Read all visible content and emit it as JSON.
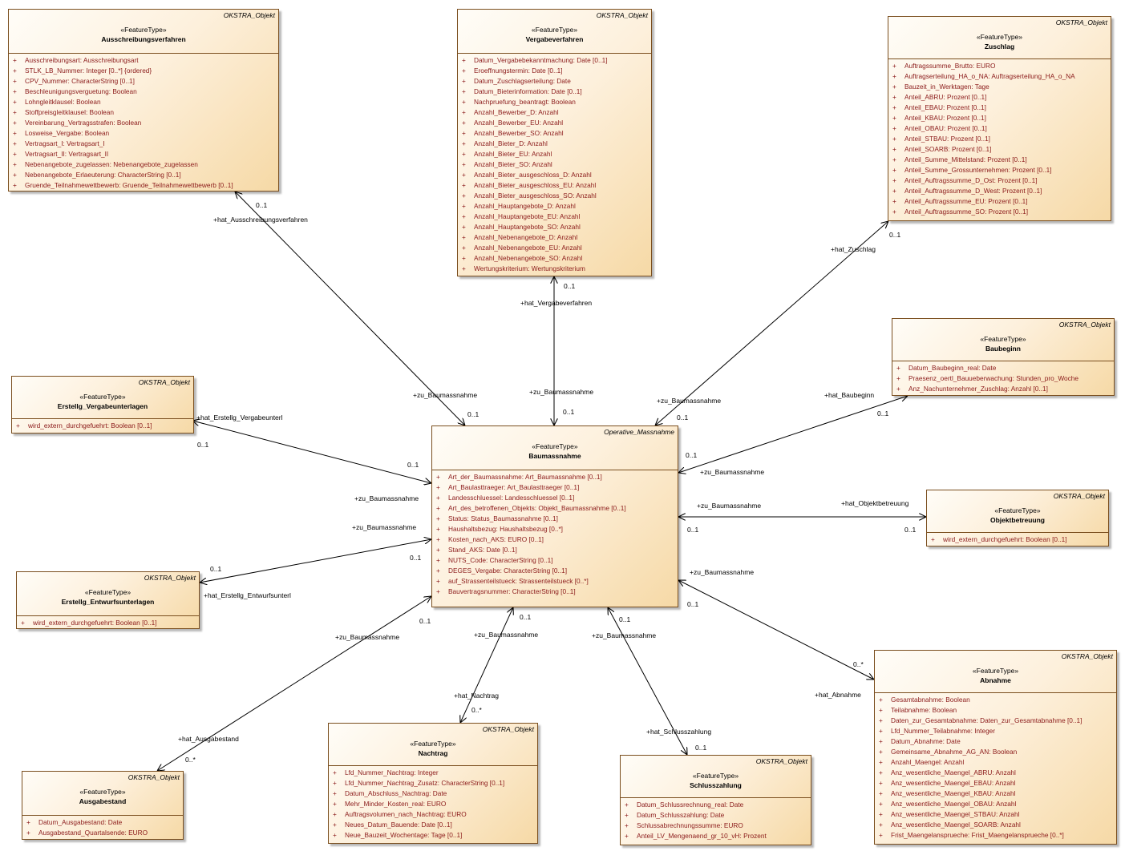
{
  "classes": {
    "ausschreibungsverfahren": {
      "parent": "OKSTRA_Objekt",
      "stereotype": "«FeatureType»",
      "name": "Ausschreibungsverfahren",
      "attributes": [
        {
          "vis": "+",
          "text": "Ausschreibungsart: Ausschreibungsart"
        },
        {
          "vis": "+",
          "text": "STLK_LB_Nummer: Integer [0..*] {ordered}"
        },
        {
          "vis": "+",
          "text": "CPV_Nummer: CharacterString [0..1]"
        },
        {
          "vis": "+",
          "text": "Beschleunigungsverguetung: Boolean"
        },
        {
          "vis": "+",
          "text": "Lohngleitklausel: Boolean"
        },
        {
          "vis": "+",
          "text": "Stoffpreisgleitklausel: Boolean"
        },
        {
          "vis": "+",
          "text": "Vereinbarung_Vertragsstrafen: Boolean"
        },
        {
          "vis": "+",
          "text": "Losweise_Vergabe: Boolean"
        },
        {
          "vis": "+",
          "text": "Vertragsart_I: Vertragsart_I"
        },
        {
          "vis": "+",
          "text": "Vertragsart_II: Vertragsart_II"
        },
        {
          "vis": "+",
          "text": "Nebenangebote_zugelassen: Nebenangebote_zugelassen"
        },
        {
          "vis": "+",
          "text": "Nebenangebote_Erlaeuterung: CharacterString [0..1]"
        },
        {
          "vis": "+",
          "text": "Gruende_Teilnahmewettbewerb: Gruende_Teilnahmewettbewerb [0..1]"
        }
      ]
    },
    "vergabeverfahren": {
      "parent": "OKSTRA_Objekt",
      "stereotype": "«FeatureType»",
      "name": "Vergabeverfahren",
      "attributes": [
        {
          "vis": "+",
          "text": "Datum_Vergabebekanntmachung: Date [0..1]"
        },
        {
          "vis": "+",
          "text": "Eroeffnungstermin: Date [0..1]"
        },
        {
          "vis": "+",
          "text": "Datum_Zuschlagserteilung: Date"
        },
        {
          "vis": "+",
          "text": "Datum_Bieterinformation: Date [0..1]"
        },
        {
          "vis": "+",
          "text": "Nachpruefung_beantragt: Boolean"
        },
        {
          "vis": "+",
          "text": "Anzahl_Bewerber_D: Anzahl"
        },
        {
          "vis": "+",
          "text": "Anzahl_Bewerber_EU: Anzahl"
        },
        {
          "vis": "+",
          "text": "Anzahl_Bewerber_SO: Anzahl"
        },
        {
          "vis": "+",
          "text": "Anzahl_Bieter_D: Anzahl"
        },
        {
          "vis": "+",
          "text": "Anzahl_Bieter_EU: Anzahl"
        },
        {
          "vis": "+",
          "text": "Anzahl_Bieter_SO: Anzahl"
        },
        {
          "vis": "+",
          "text": "Anzahl_Bieter_ausgeschloss_D: Anzahl"
        },
        {
          "vis": "+",
          "text": "Anzahl_Bieter_ausgeschloss_EU: Anzahl"
        },
        {
          "vis": "+",
          "text": "Anzahl_Bieter_ausgeschloss_SO: Anzahl"
        },
        {
          "vis": "+",
          "text": "Anzahl_Hauptangebote_D: Anzahl"
        },
        {
          "vis": "+",
          "text": "Anzahl_Hauptangebote_EU: Anzahl"
        },
        {
          "vis": "+",
          "text": "Anzahl_Hauptangebote_SO: Anzahl"
        },
        {
          "vis": "+",
          "text": "Anzahl_Nebenangebote_D: Anzahl"
        },
        {
          "vis": "+",
          "text": "Anzahl_Nebenangebote_EU: Anzahl"
        },
        {
          "vis": "+",
          "text": "Anzahl_Nebenangebote_SO: Anzahl"
        },
        {
          "vis": "+",
          "text": "Wertungskriterium: Wertungskriterium"
        }
      ]
    },
    "zuschlag": {
      "parent": "OKSTRA_Objekt",
      "stereotype": "«FeatureType»",
      "name": "Zuschlag",
      "attributes": [
        {
          "vis": "+",
          "text": "Auftragssumme_Brutto: EURO"
        },
        {
          "vis": "+",
          "text": "Auftragserteilung_HA_o_NA: Auftragserteilung_HA_o_NA"
        },
        {
          "vis": "+",
          "text": "Bauzeit_in_Werktagen: Tage"
        },
        {
          "vis": "+",
          "text": "Anteil_ABRU: Prozent [0..1]"
        },
        {
          "vis": "+",
          "text": "Anteil_EBAU: Prozent [0..1]"
        },
        {
          "vis": "+",
          "text": "Anteil_KBAU: Prozent [0..1]"
        },
        {
          "vis": "+",
          "text": "Anteil_OBAU: Prozent [0..1]"
        },
        {
          "vis": "+",
          "text": "Anteil_STBAU: Prozent [0..1]"
        },
        {
          "vis": "+",
          "text": "Anteil_SOARB: Prozent [0..1]"
        },
        {
          "vis": "+",
          "text": "Anteil_Summe_Mittelstand: Prozent [0..1]"
        },
        {
          "vis": "+",
          "text": "Anteil_Summe_Grossunternehmen: Prozent [0..1]"
        },
        {
          "vis": "+",
          "text": "Anteil_Auftragssumme_D_Ost: Prozent [0..1]"
        },
        {
          "vis": "+",
          "text": "Anteil_Auftragssumme_D_West: Prozent [0..1]"
        },
        {
          "vis": "+",
          "text": "Anteil_Auftragssumme_EU: Prozent [0..1]"
        },
        {
          "vis": "+",
          "text": "Anteil_Auftragssumme_SO: Prozent [0..1]"
        }
      ]
    },
    "baubeginn": {
      "parent": "OKSTRA_Objekt",
      "stereotype": "«FeatureType»",
      "name": "Baubeginn",
      "attributes": [
        {
          "vis": "+",
          "text": "Datum_Baubeginn_real: Date"
        },
        {
          "vis": "+",
          "text": "Praesenz_oertl_Bauueberwachung: Stunden_pro_Woche"
        },
        {
          "vis": "+",
          "text": "Anz_Nachunternehmer_Zuschlag: Anzahl [0..1]"
        }
      ]
    },
    "erstellg_vergabeunterlagen": {
      "parent": "OKSTRA_Objekt",
      "stereotype": "«FeatureType»",
      "name": "Erstellg_Vergabeunterlagen",
      "attributes": [
        {
          "vis": "+",
          "text": "wird_extern_durchgefuehrt: Boolean [0..1]"
        }
      ]
    },
    "baumassnahme": {
      "parent": "Operative_Massnahme",
      "stereotype": "«FeatureType»",
      "name": "Baumassnahme",
      "attributes": [
        {
          "vis": "+",
          "text": "Art_der_Baumassnahme: Art_Baumassnahme [0..1]"
        },
        {
          "vis": "+",
          "text": "Art_Baulasttraeger: Art_Baulasttraeger [0..1]"
        },
        {
          "vis": "+",
          "text": "Landesschluessel: Landesschluessel [0..1]"
        },
        {
          "vis": "+",
          "text": "Art_des_betroffenen_Objekts: Objekt_Baumassnahme [0..1]"
        },
        {
          "vis": "+",
          "text": "Status: Status_Baumassnahme [0..1]"
        },
        {
          "vis": "+",
          "text": "Haushaltsbezug: Haushaltsbezug [0..*]"
        },
        {
          "vis": "+",
          "text": "Kosten_nach_AKS: EURO [0..1]"
        },
        {
          "vis": "+",
          "text": "Stand_AKS: Date [0..1]"
        },
        {
          "vis": "+",
          "text": "NUTS_Code: CharacterString [0..1]"
        },
        {
          "vis": "+",
          "text": "DEGES_Vergabe: CharacterString [0..1]"
        },
        {
          "vis": "+",
          "text": "auf_Strassenteilstueck: Strassenteilstueck [0..*]"
        },
        {
          "vis": "+",
          "text": "Bauvertragsnummer: CharacterString [0..1]"
        }
      ]
    },
    "objektbetreuung": {
      "parent": "OKSTRA_Objekt",
      "stereotype": "«FeatureType»",
      "name": "Objektbetreuung",
      "attributes": [
        {
          "vis": "+",
          "text": "wird_extern_durchgefuehrt: Boolean [0..1]"
        }
      ]
    },
    "erstellg_entwurfsunterlagen": {
      "parent": "OKSTRA_Objekt",
      "stereotype": "«FeatureType»",
      "name": "Erstellg_Entwurfsunterlagen",
      "attributes": [
        {
          "vis": "+",
          "text": "wird_extern_durchgefuehrt: Boolean [0..1]"
        }
      ]
    },
    "abnahme": {
      "parent": "OKSTRA_Objekt",
      "stereotype": "«FeatureType»",
      "name": "Abnahme",
      "attributes": [
        {
          "vis": "+",
          "text": "Gesamtabnahme: Boolean"
        },
        {
          "vis": "+",
          "text": "Teilabnahme: Boolean"
        },
        {
          "vis": "+",
          "text": "Daten_zur_Gesamtabnahme: Daten_zur_Gesamtabnahme [0..1]"
        },
        {
          "vis": "+",
          "text": "Lfd_Nummer_Teilabnahme: Integer"
        },
        {
          "vis": "+",
          "text": "Datum_Abnahme: Date"
        },
        {
          "vis": "+",
          "text": "Gemeinsame_Abnahme_AG_AN: Boolean"
        },
        {
          "vis": "+",
          "text": "Anzahl_Maengel: Anzahl"
        },
        {
          "vis": "+",
          "text": "Anz_wesentliche_Maengel_ABRU: Anzahl"
        },
        {
          "vis": "+",
          "text": "Anz_wesentliche_Maengel_EBAU: Anzahl"
        },
        {
          "vis": "+",
          "text": "Anz_wesentliche_Maengel_KBAU: Anzahl"
        },
        {
          "vis": "+",
          "text": "Anz_wesentliche_Maengel_OBAU: Anzahl"
        },
        {
          "vis": "+",
          "text": "Anz_wesentliche_Maengel_STBAU: Anzahl"
        },
        {
          "vis": "+",
          "text": "Anz_wesentliche_Maengel_SOARB: Anzahl"
        },
        {
          "vis": "+",
          "text": "Frist_Maengelansprueche: Frist_Maengelansprueche [0..*]"
        }
      ]
    },
    "nachtrag": {
      "parent": "OKSTRA_Objekt",
      "stereotype": "«FeatureType»",
      "name": "Nachtrag",
      "attributes": [
        {
          "vis": "+",
          "text": "Lfd_Nummer_Nachtrag: Integer"
        },
        {
          "vis": "+",
          "text": "Lfd_Nummer_Nachtrag_Zusatz: CharacterString [0..1]"
        },
        {
          "vis": "+",
          "text": "Datum_Abschluss_Nachtrag: Date"
        },
        {
          "vis": "+",
          "text": "Mehr_Minder_Kosten_real: EURO"
        },
        {
          "vis": "+",
          "text": "Auftragsvolumen_nach_Nachtrag: EURO"
        },
        {
          "vis": "+",
          "text": "Neues_Datum_Bauende: Date [0..1]"
        },
        {
          "vis": "+",
          "text": "Neue_Bauzeit_Wochentage: Tage [0..1]"
        }
      ]
    },
    "schlusszahlung": {
      "parent": "OKSTRA_Objekt",
      "stereotype": "«FeatureType»",
      "name": "Schlusszahlung",
      "attributes": [
        {
          "vis": "+",
          "text": "Datum_Schlussrechnung_real: Date"
        },
        {
          "vis": "+",
          "text": "Datum_Schlusszahlung: Date"
        },
        {
          "vis": "+",
          "text": "Schlussabrechnungssumme: EURO"
        },
        {
          "vis": "+",
          "text": "Anteil_LV_Mengenaend_gr_10_vH: Prozent"
        }
      ]
    },
    "ausgabestand": {
      "parent": "OKSTRA_Objekt",
      "stereotype": "«FeatureType»",
      "name": "Ausgabestand",
      "attributes": [
        {
          "vis": "+",
          "text": "Datum_Ausgabestand: Date"
        },
        {
          "vis": "+",
          "text": "Ausgabestand_Quartalsende: EURO"
        }
      ]
    }
  },
  "associations": [
    {
      "role_far": "+hat_Ausschreibungsverfahren",
      "mult_far": "0..1",
      "role_near": "+zu_Baumassnahme",
      "mult_near": "0..1"
    },
    {
      "role_far": "+hat_Vergabeverfahren",
      "mult_far": "0..1",
      "role_near": "+zu_Baumassnahme",
      "mult_near": "0..1"
    },
    {
      "role_far": "+hat_Zuschlag",
      "mult_far": "0..1",
      "role_near": "+zu_Baumassnahme",
      "mult_near": "0..1"
    },
    {
      "role_far": "+hat_Baubeginn",
      "mult_far": "0..1",
      "role_near": "+zu_Baumassnahme",
      "mult_near": "0..1"
    },
    {
      "role_far": "+hat_Erstellg_Vergabeunterl",
      "mult_far": "0..1",
      "role_near": "+zu_Baumassnahme",
      "mult_near": "0..1"
    },
    {
      "role_far": "+hat_Objektbetreuung",
      "mult_far": "0..1",
      "role_near": "+zu_Baumassnahme",
      "mult_near": "0..1"
    },
    {
      "role_far": "+hat_Erstellg_Entwurfsunterl",
      "mult_far": "0..1",
      "role_near": "+zu_Baumassnahme",
      "mult_near": "0..1"
    },
    {
      "role_far": "+hat_Abnahme",
      "mult_far": "0..*",
      "role_near": "+zu_Baumassnahme",
      "mult_near": "0..1"
    },
    {
      "role_far": "+hat_Nachtrag",
      "mult_far": "0..*",
      "role_near": "+zu_Baumassnahme",
      "mult_near": "0..1"
    },
    {
      "role_far": "+hat_Schlusszahlung",
      "mult_far": "0..1",
      "role_near": "+zu_Baumassnahme",
      "mult_near": "0..1"
    },
    {
      "role_far": "+hat_Ausgabestand",
      "mult_far": "0..*",
      "role_near": "+zu_Baumassnahme",
      "mult_near": "0..1"
    }
  ]
}
